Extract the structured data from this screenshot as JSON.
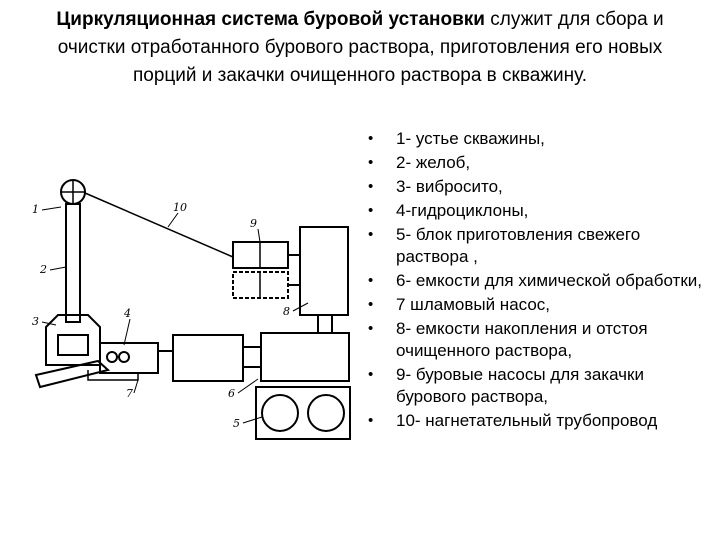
{
  "header": {
    "title_bold": "Циркуляционная система буровой установки",
    "title_rest": " служит для сбора и очистки отработанного бурового раствора, приготовления его новых порций и закачки очищенного раствора в скважину."
  },
  "diagram": {
    "labels": [
      "1",
      "2",
      "3",
      "4",
      "5",
      "6",
      "7",
      "8",
      "9",
      "10"
    ]
  },
  "legend": {
    "bullet": "•",
    "items": [
      "1- устье скважины,",
      "2- желоб,",
      "3- вибросито,",
      " 4-гидроциклоны,",
      "5- блок приготовления свежего раствора ,",
      "6- емкости для химической обработки,",
      "7 шламовый насос,",
      "8- емкости накопления и отстоя очищенного раствора,",
      "9- буровые насосы для закачки бурового раствора,",
      "10- нагнетательный трубопровод"
    ]
  }
}
